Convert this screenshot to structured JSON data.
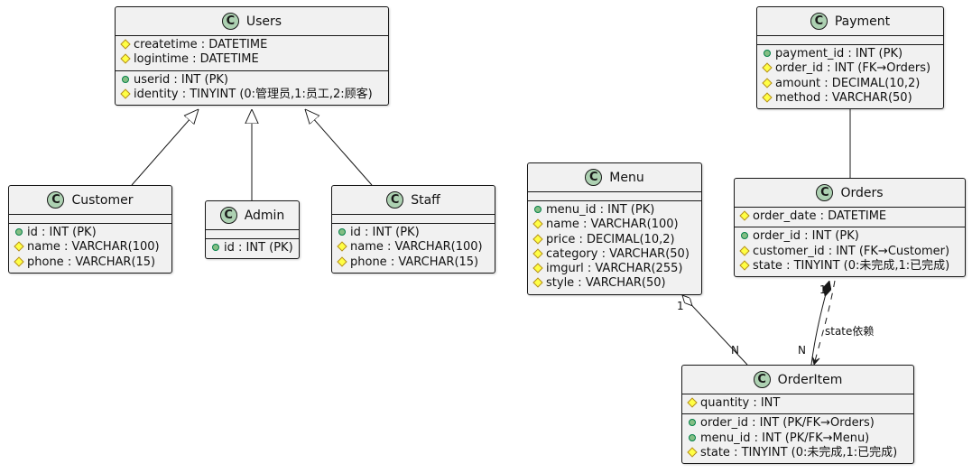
{
  "classes": [
    {
      "id": "users",
      "name": "Users",
      "stereo": "C",
      "fields": [
        {
          "vis": "protected",
          "text": "createtime : DATETIME"
        },
        {
          "vis": "protected",
          "text": "logintime : DATETIME"
        }
      ],
      "methods": [
        {
          "vis": "public",
          "text": "userid : INT (PK)"
        },
        {
          "vis": "protected",
          "text": "identity : TINYINT (0:管理员,1:员工,2:顾客)"
        }
      ]
    },
    {
      "id": "customer",
      "name": "Customer",
      "stereo": "C",
      "fields": [],
      "methods": [
        {
          "vis": "public",
          "text": "id : INT (PK)"
        },
        {
          "vis": "protected",
          "text": "name : VARCHAR(100)"
        },
        {
          "vis": "protected",
          "text": "phone : VARCHAR(15)"
        }
      ]
    },
    {
      "id": "admin",
      "name": "Admin",
      "stereo": "C",
      "fields": [],
      "methods": [
        {
          "vis": "public",
          "text": "id : INT (PK)"
        }
      ]
    },
    {
      "id": "staff",
      "name": "Staff",
      "stereo": "C",
      "fields": [],
      "methods": [
        {
          "vis": "public",
          "text": "id : INT (PK)"
        },
        {
          "vis": "protected",
          "text": "name : VARCHAR(100)"
        },
        {
          "vis": "protected",
          "text": "phone : VARCHAR(15)"
        }
      ]
    },
    {
      "id": "payment",
      "name": "Payment",
      "stereo": "C",
      "fields": [],
      "methods": [
        {
          "vis": "public",
          "text": "payment_id : INT (PK)"
        },
        {
          "vis": "protected",
          "text": "order_id : INT (FK→Orders)"
        },
        {
          "vis": "protected",
          "text": "amount : DECIMAL(10,2)"
        },
        {
          "vis": "protected",
          "text": "method : VARCHAR(50)"
        }
      ]
    },
    {
      "id": "menu",
      "name": "Menu",
      "stereo": "C",
      "fields": [],
      "methods": [
        {
          "vis": "public",
          "text": "menu_id : INT (PK)"
        },
        {
          "vis": "protected",
          "text": "name : VARCHAR(100)"
        },
        {
          "vis": "protected",
          "text": "price : DECIMAL(10,2)"
        },
        {
          "vis": "protected",
          "text": "category : VARCHAR(50)"
        },
        {
          "vis": "protected",
          "text": "imgurl : VARCHAR(255)"
        },
        {
          "vis": "protected",
          "text": "style : VARCHAR(50)"
        }
      ]
    },
    {
      "id": "orders",
      "name": "Orders",
      "stereo": "C",
      "fields": [
        {
          "vis": "protected",
          "text": "order_date : DATETIME"
        }
      ],
      "methods": [
        {
          "vis": "public",
          "text": "order_id : INT (PK)"
        },
        {
          "vis": "protected",
          "text": "customer_id : INT (FK→Customer)"
        },
        {
          "vis": "protected",
          "text": "state : TINYINT (0:未完成,1:已完成)"
        }
      ]
    },
    {
      "id": "orderitem",
      "name": "OrderItem",
      "stereo": "C",
      "fields": [
        {
          "vis": "protected",
          "text": "quantity : INT"
        }
      ],
      "methods": [
        {
          "vis": "public",
          "text": "order_id : INT (PK/FK→Orders)"
        },
        {
          "vis": "public",
          "text": "menu_id : INT (PK/FK→Menu)"
        },
        {
          "vis": "protected",
          "text": "state : TINYINT (0:未完成,1:已完成)"
        }
      ]
    }
  ],
  "relations": [
    {
      "id": "users-customer",
      "from": "customer",
      "to": "users",
      "type": "inheritance"
    },
    {
      "id": "users-admin",
      "from": "admin",
      "to": "users",
      "type": "inheritance"
    },
    {
      "id": "users-staff",
      "from": "staff",
      "to": "users",
      "type": "inheritance"
    },
    {
      "id": "payment-orders",
      "from": "payment",
      "to": "orders",
      "type": "association"
    },
    {
      "id": "menu-orderitem",
      "from": "menu",
      "to": "orderitem",
      "type": "aggregation",
      "from_mult": "1",
      "to_mult": "N"
    },
    {
      "id": "orders-orderitem",
      "from": "orders",
      "to": "orderitem",
      "type": "composition",
      "from_mult": "1",
      "to_mult": "N"
    },
    {
      "id": "orders-orderitem-dep",
      "from": "orders",
      "to": "orderitem",
      "type": "dependency",
      "label": "state依赖"
    }
  ]
}
